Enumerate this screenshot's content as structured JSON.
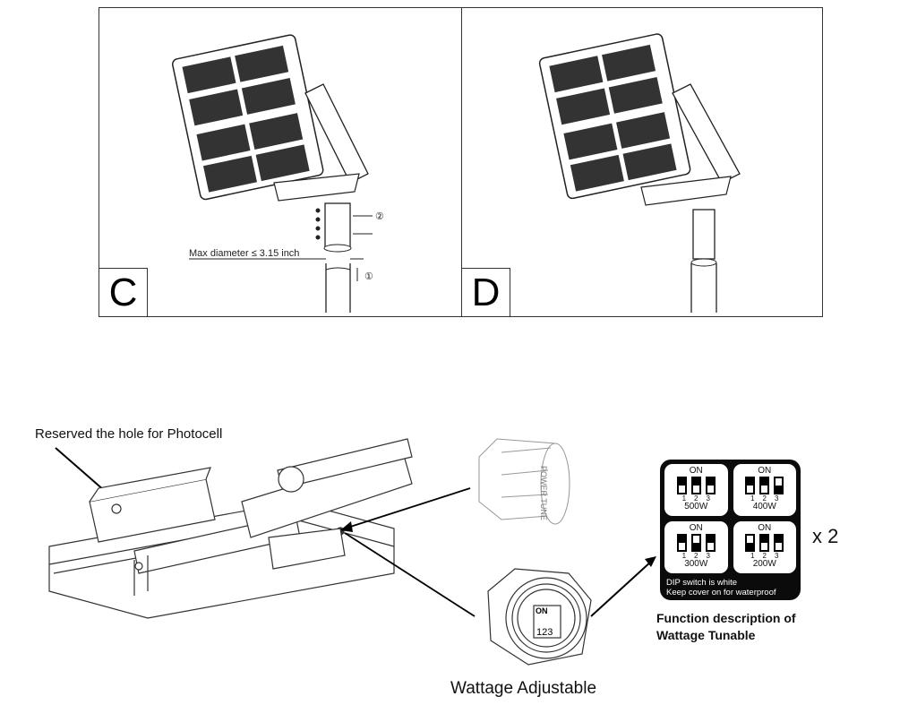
{
  "panels": [
    {
      "letter": "C",
      "annotation": "Max diameter ≤ 3.15 inch",
      "step_markers": [
        "②",
        "①"
      ]
    },
    {
      "letter": "D"
    }
  ],
  "photocell_callout": "Reserved the hole for Photocell",
  "power_tune_cap_text": "POWER TUNE",
  "dip_cap": {
    "on_label": "ON",
    "numbers": "123"
  },
  "wattage_caption": "Wattage Adjustable",
  "dip_table": {
    "settings": [
      {
        "watts": "500W",
        "on_label": "ON",
        "switches": [
          "off",
          "off",
          "off"
        ],
        "numbers": [
          "1",
          "2",
          "3"
        ]
      },
      {
        "watts": "400W",
        "on_label": "ON",
        "switches": [
          "off",
          "off",
          "on"
        ],
        "numbers": [
          "1",
          "2",
          "3"
        ]
      },
      {
        "watts": "300W",
        "on_label": "ON",
        "switches": [
          "off",
          "on",
          "off"
        ],
        "numbers": [
          "1",
          "2",
          "3"
        ]
      },
      {
        "watts": "200W",
        "on_label": "ON",
        "switches": [
          "on",
          "off",
          "off"
        ],
        "numbers": [
          "1",
          "2",
          "3"
        ]
      }
    ],
    "note_line1": "DIP switch is white",
    "note_line2": "Keep cover on for waterproof"
  },
  "multiplier": "x 2",
  "function_caption_line1": "Function description of",
  "function_caption_line2": "Wattage Tunable"
}
